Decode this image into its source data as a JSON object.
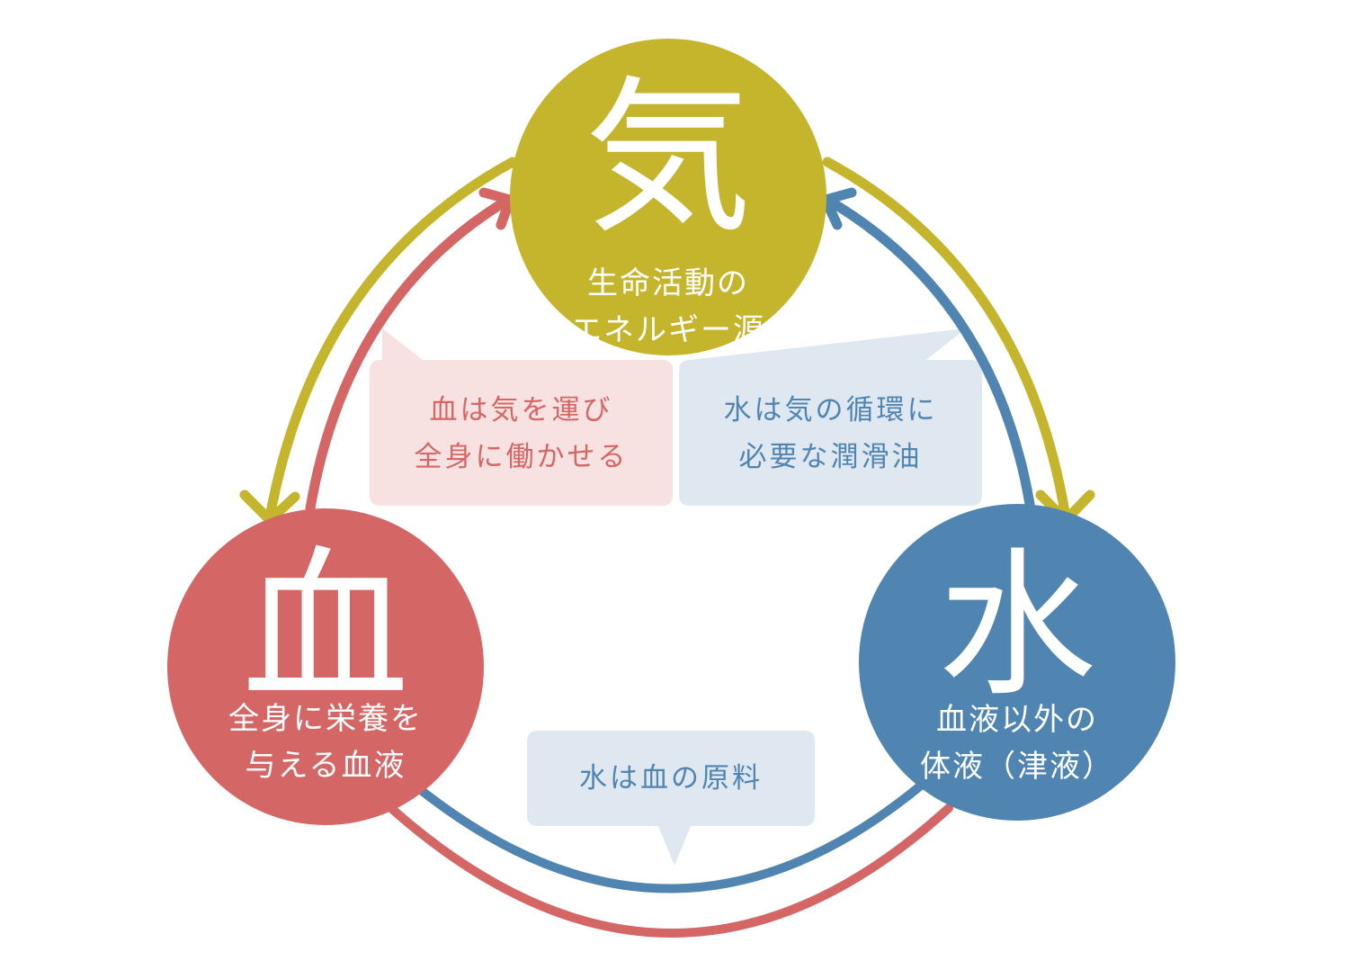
{
  "colors": {
    "ki": "#c4b52c",
    "ketsu": "#d46665",
    "sui": "#5085b1",
    "bubble_pink": "#f8e1e1",
    "bubble_blue": "#dfe8f1"
  },
  "nodes": {
    "ki": {
      "kanji": "気",
      "lines": [
        "生命活動の",
        "エネルギー源"
      ]
    },
    "ketsu": {
      "kanji": "血",
      "lines": [
        "全身に栄養を",
        "与える血液"
      ]
    },
    "sui": {
      "kanji": "水",
      "lines": [
        "血液以外の",
        "体液（津液）"
      ]
    }
  },
  "bubbles": {
    "ketsu_ki": [
      "血は気を運び",
      "全身に働かせる"
    ],
    "sui_ki": [
      "水は気の循環に",
      "必要な潤滑油"
    ],
    "sui_ketsu": [
      "水は血の原料"
    ]
  }
}
